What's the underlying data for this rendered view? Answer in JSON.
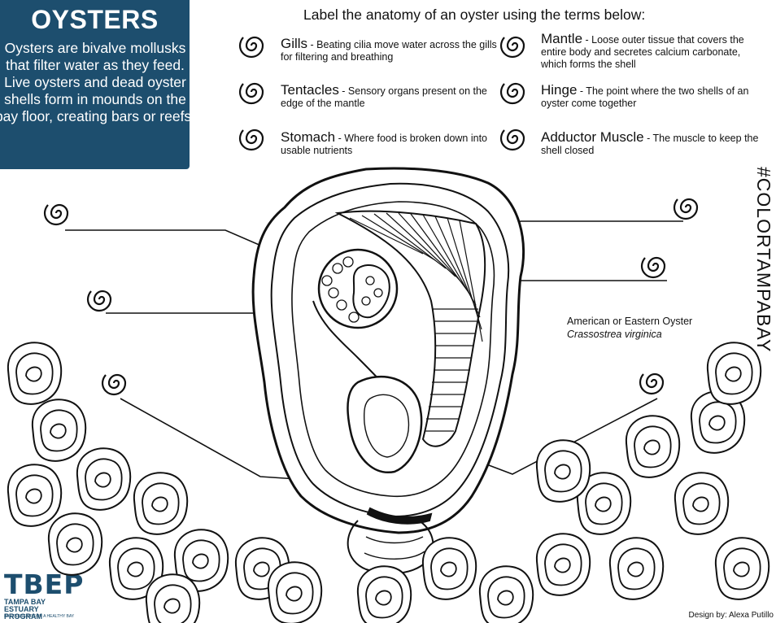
{
  "info": {
    "title": "OYSTERS",
    "text": "Oysters are bivalve mollusks that filter water as they feed. Live oysters and dead oyster shells form in mounds on the bay floor, creating bars or reefs.",
    "bg_color": "#1d4e6e"
  },
  "instruction": "Label the anatomy of an oyster using the terms below:",
  "terms": [
    {
      "name": "Gills",
      "desc": " - Beating cilia move water across the gills for filtering and breathing",
      "icon": "spiral-icon"
    },
    {
      "name": "Tentacles",
      "desc": " - Sensory organs present on the edge of the mantle",
      "icon": "spiral-icon"
    },
    {
      "name": "Stomach",
      "desc": " - Where food is broken down into usable nutrients",
      "icon": "spiral-icon"
    },
    {
      "name": "Mantle",
      "desc": " - Loose outer tissue that covers the entire body and secretes calcium carbonate, which forms the shell",
      "icon": "spiral-icon"
    },
    {
      "name": "Hinge",
      "desc": " - The point where the two shells of an oyster come together",
      "icon": "spiral-icon"
    },
    {
      "name": "Adductor Muscle",
      "desc": " - The muscle to keep the shell closed",
      "icon": "spiral-icon"
    }
  ],
  "hashtag": "#COLORTAMPABAY",
  "species": {
    "common": "American or Eastern Oyster",
    "scientific": "Crassostrea virginica"
  },
  "credit": "Design by: Alexa Putillo",
  "logo": {
    "main": "TBEP",
    "sub": "TAMPA BAY ESTUARY PROGRAM",
    "tag": "PARTNERSHIP FOR A HEALTHY BAY",
    "color": "#1d4e6e"
  }
}
